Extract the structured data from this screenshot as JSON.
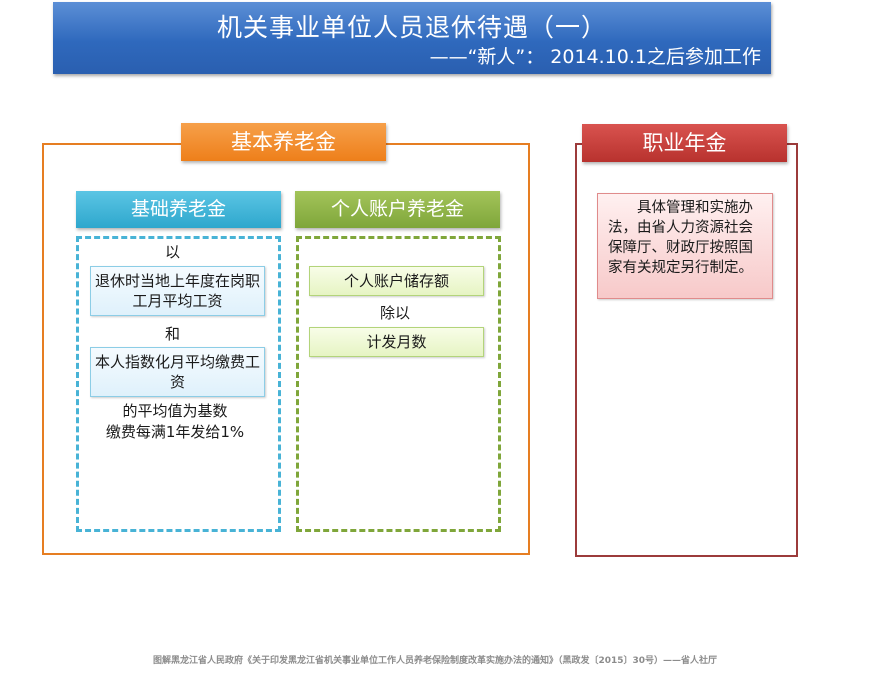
{
  "banner": {
    "title": "机关事业单位人员退休待遇（一）",
    "subtitle": "——“新人”：  2014.10.1之后参加工作"
  },
  "basic_pension": {
    "title": "基本养老金",
    "base": {
      "title": "基础养老金",
      "connector_1": "以",
      "item_1": "退休时当地上年度在岗职工月平均工资",
      "connector_2": "和",
      "item_2": "本人指数化月平均缴费工资",
      "tail_1": "的平均值为基数",
      "tail_2": "缴费每满1年发给1%"
    },
    "personal": {
      "title": "个人账户养老金",
      "item_1": "个人账户储存额",
      "connector": "除以",
      "item_2": "计发月数"
    }
  },
  "occupational": {
    "title": "职业年金",
    "text": "具体管理和实施办法，由省人力资源社会保障厅、财政厅按照国家有关规定另行制定。"
  },
  "footnote": "图解黑龙江省人民政府《关于印发黑龙江省机关事业单位工作人员养老保险制度改革实施办法的通知》（黑政发〔2015〕30号）——省人社厅",
  "colors": {
    "banner": "#2f69bd",
    "orange": "#ee7f1a",
    "red": "#b8322e",
    "blue": "#2ea7cd",
    "green": "#7fa63a"
  }
}
